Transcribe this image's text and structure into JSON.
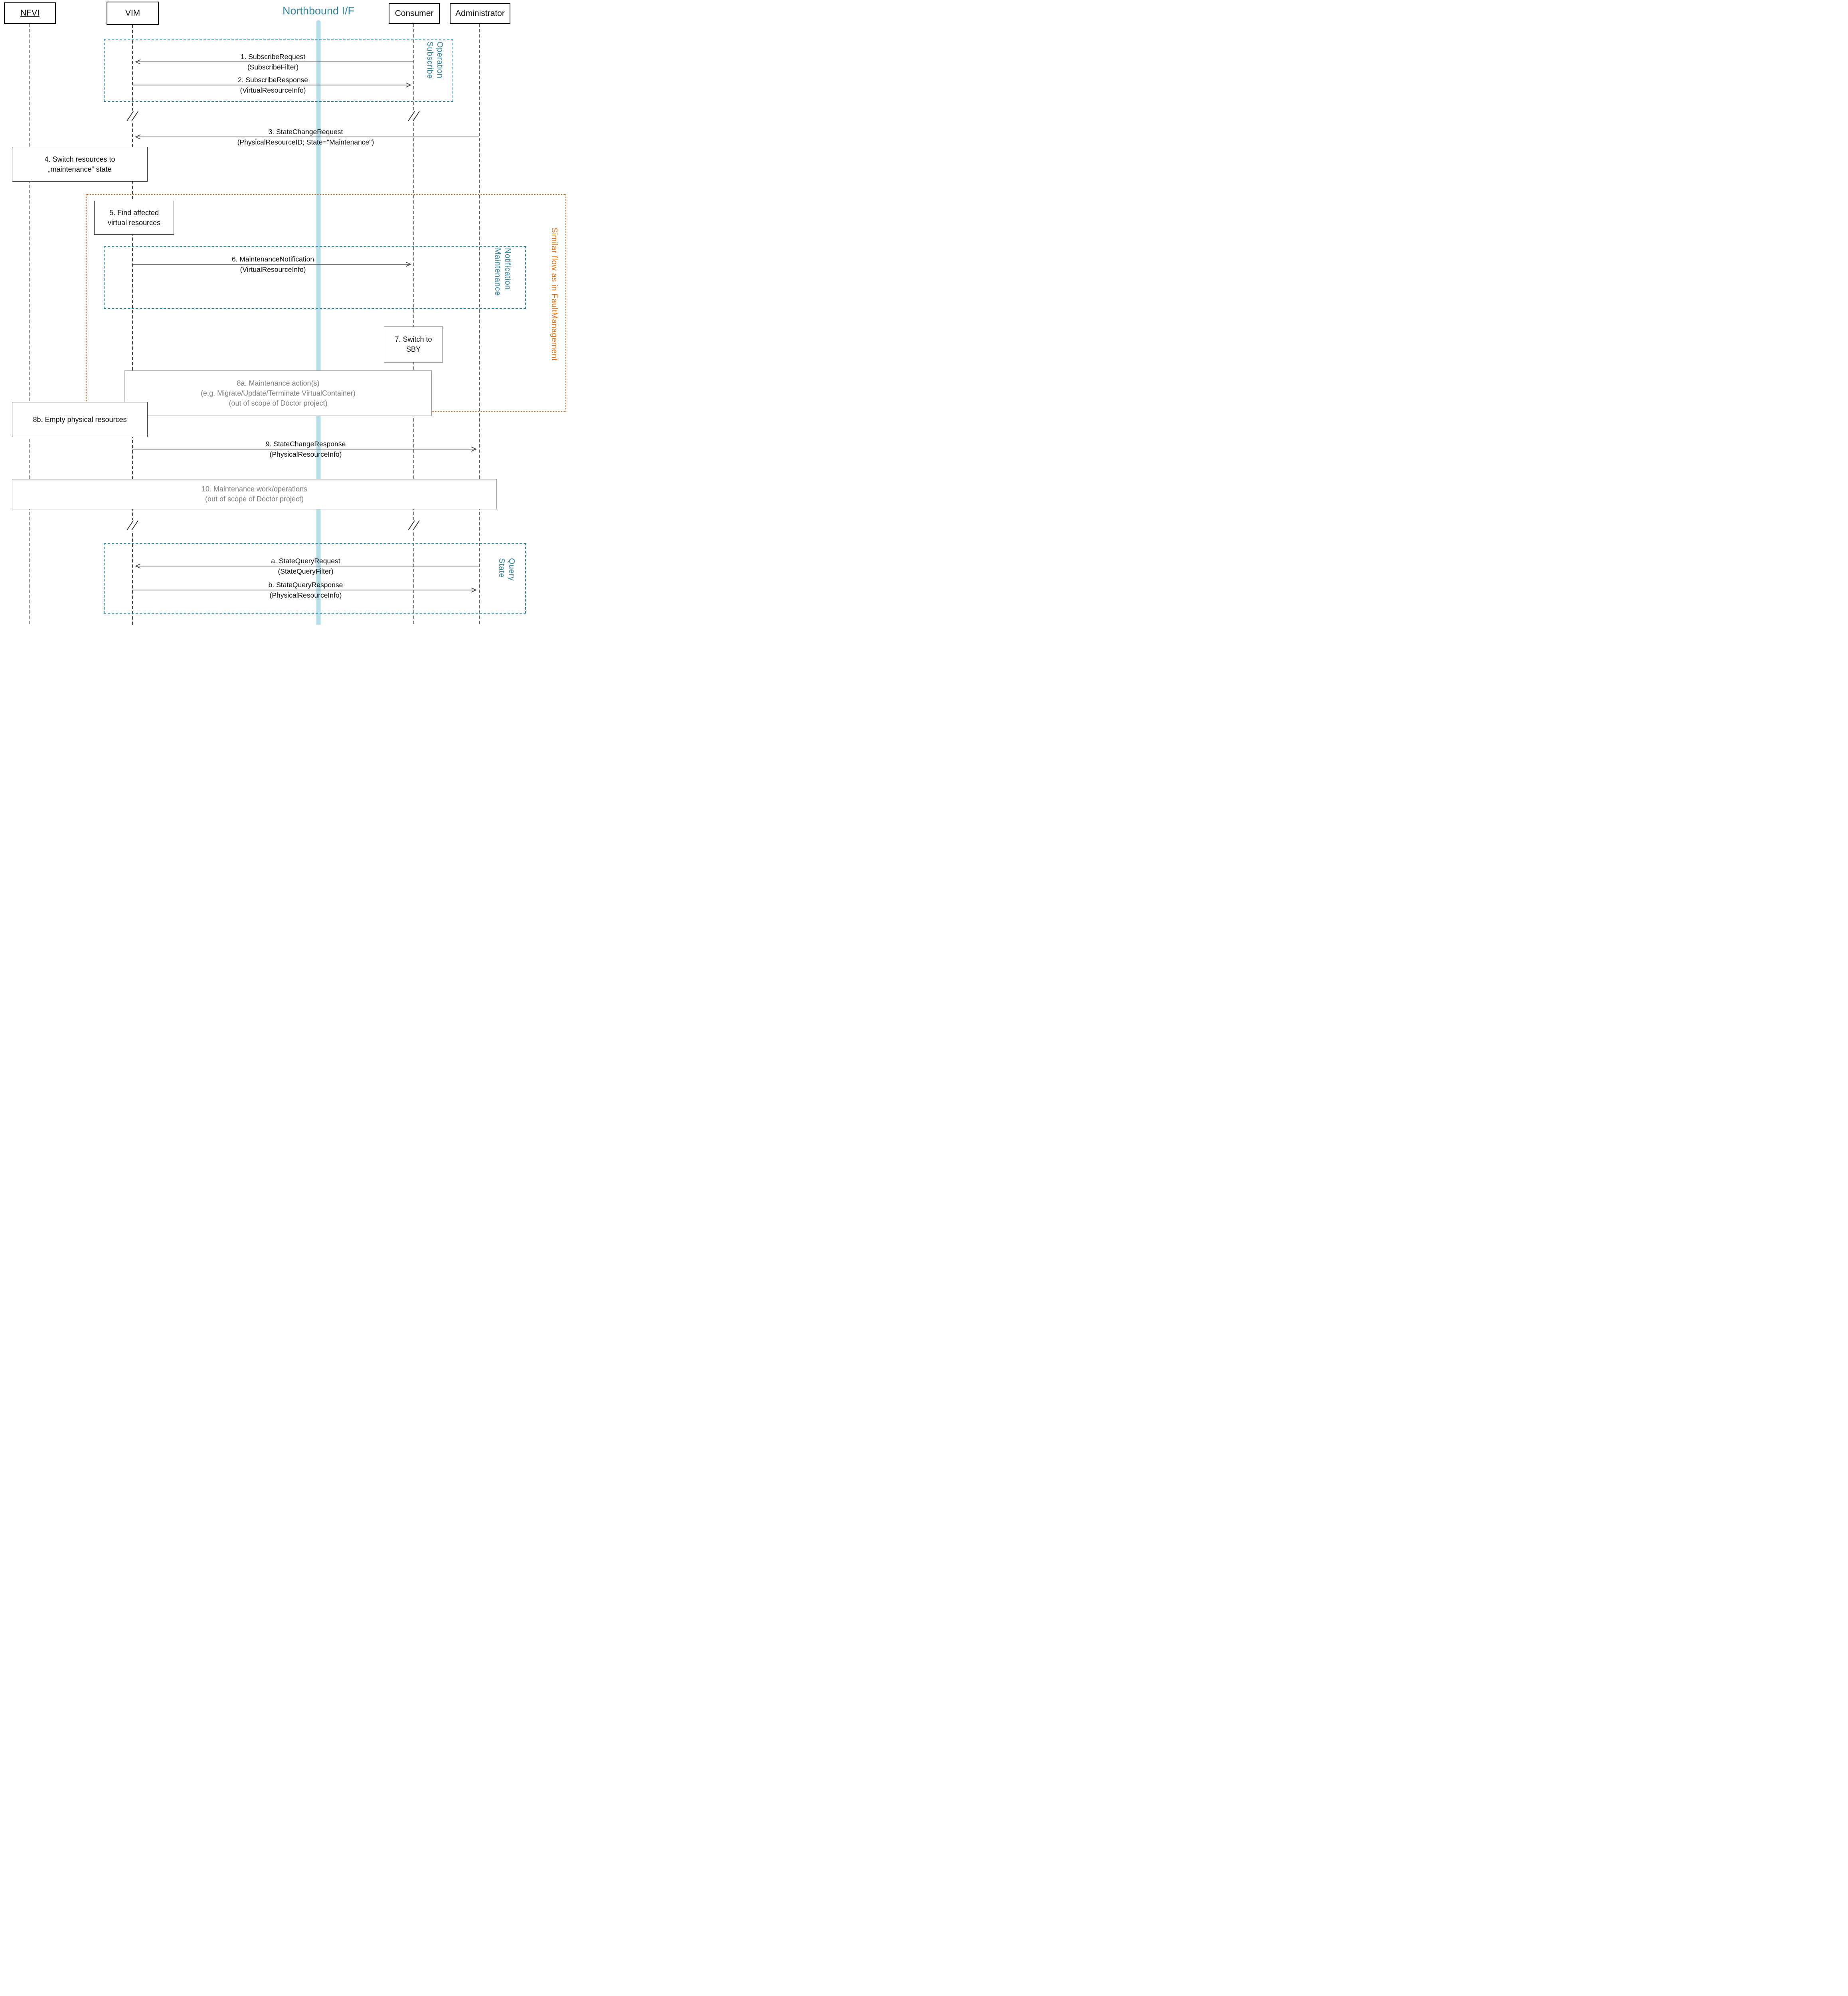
{
  "title": "Northbound I/F",
  "actors": [
    {
      "label": "NFVI"
    },
    {
      "label": "VIM"
    },
    {
      "label": "Consumer"
    },
    {
      "label": "Administrator"
    }
  ],
  "groups": {
    "subscribe": {
      "lines": [
        "Subscribe",
        "Operation"
      ]
    },
    "maintenance": {
      "lines": [
        "Maintenance",
        "Notification"
      ]
    },
    "state_query": {
      "lines": [
        "State",
        "Query"
      ]
    },
    "similar_flow": {
      "label": "Similar flow as in FaultManagement"
    }
  },
  "messages": [
    {
      "line1": "1. SubscribeRequest",
      "line2": "(SubscribeFilter)",
      "from": "Consumer",
      "to": "VIM"
    },
    {
      "line1": "2. SubscribeResponse",
      "line2": "(VirtualResourceInfo)",
      "from": "VIM",
      "to": "Consumer"
    },
    {
      "line1": "3. StateChangeRequest",
      "line2": "(PhysicalResourceID; State=\"Maintenance\")",
      "from": "Administrator",
      "to": "VIM"
    },
    {
      "line1": "6. MaintenanceNotification",
      "line2": "(VirtualResourceInfo)",
      "from": "VIM",
      "to": "Consumer"
    },
    {
      "line1": "9. StateChangeResponse",
      "line2": "(PhysicalResourceInfo)",
      "from": "VIM",
      "to": "Administrator"
    },
    {
      "line1": "a. StateQueryRequest",
      "line2": "(StateQueryFilter)",
      "from": "Administrator",
      "to": "VIM"
    },
    {
      "line1": "b. StateQueryResponse",
      "line2": "(PhysicalResourceInfo)",
      "from": "VIM",
      "to": "Administrator"
    }
  ],
  "actions": [
    {
      "lines": [
        "4. Switch resources to",
        "„maintenance“ state"
      ]
    },
    {
      "lines": [
        "5. Find affected",
        "virtual resources"
      ]
    },
    {
      "lines": [
        "7. Switch to",
        "SBY"
      ]
    },
    {
      "lines": [
        "8a. Maintenance action(s)",
        "(e.g. Migrate/Update/Terminate VirtualContainer)",
        "(out of scope of Doctor project)"
      ]
    },
    {
      "lines": [
        "8b. Empty physical resources"
      ]
    },
    {
      "lines": [
        "10. Maintenance work/operations",
        "(out of scope of Doctor project)"
      ]
    }
  ],
  "colors": {
    "teal": "#31849B",
    "orange": "#E36C0A",
    "northbound_line": "#B7DEE8",
    "muted_gray": "#7F7F7F"
  }
}
